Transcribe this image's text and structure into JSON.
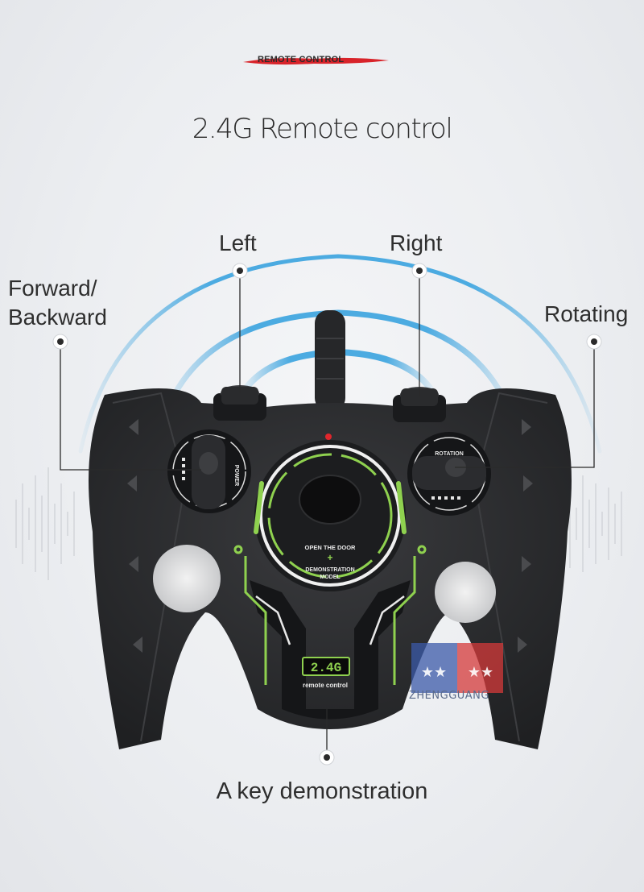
{
  "banner": {
    "text": "REMOTE CONTROL"
  },
  "title": "2.4G Remote control",
  "labels": {
    "left": "Left",
    "right": "Right",
    "forward_line1": "Forward/",
    "forward_line2": "Backward",
    "rotating": "Rotating",
    "demonstration": "A key demonstration"
  },
  "controller": {
    "power_label": "POWER",
    "rotation_label": "ROTATION",
    "open_door": "OPEN THE DOOR",
    "demo_mode_line1": "DEMONSTRATION",
    "demo_mode_line2": "MODEL",
    "freq_badge": "2.4G",
    "brand_sub": "remote control"
  },
  "watermark": {
    "text": "ZHENGGUANG"
  },
  "colors": {
    "signal_arc": "#3aa3df",
    "accent_green": "#8fd14f",
    "banner_red": "#d8232a",
    "body_dark": "#2b2c2e"
  }
}
